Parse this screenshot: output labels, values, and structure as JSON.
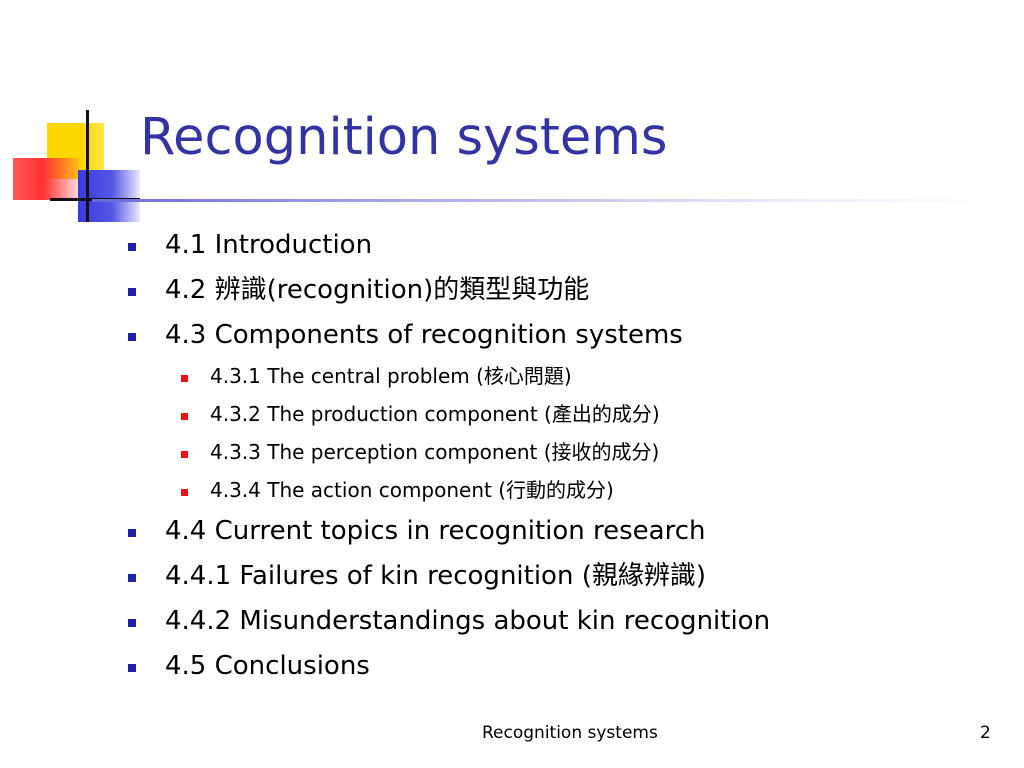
{
  "slide": {
    "title": "Recognition systems",
    "items": [
      {
        "level": 1,
        "text": "4.1 Introduction"
      },
      {
        "level": 1,
        "text": "4.2 辨識(recognition)的類型與功能"
      },
      {
        "level": 1,
        "text": "4.3 Components of recognition systems"
      },
      {
        "level": 2,
        "text": "4.3.1 The central problem (核心問題)"
      },
      {
        "level": 2,
        "text": "4.3.2 The production component (產出的成分)"
      },
      {
        "level": 2,
        "text": "4.3.3 The perception component (接收的成分)"
      },
      {
        "level": 2,
        "text": "4.3.4 The action component (行動的成分)"
      },
      {
        "level": 1,
        "text": "4.4 Current topics in recognition research"
      },
      {
        "level": 1,
        "text": "4.4.1 Failures of kin recognition (親緣辨識)"
      },
      {
        "level": 1,
        "text": "4.4.2 Misunderstandings about kin recognition"
      },
      {
        "level": 1,
        "text": "4.5 Conclusions"
      }
    ],
    "footer": {
      "title": "Recognition systems",
      "page_number": "2"
    }
  },
  "colors": {
    "title": "#3333a3",
    "level1_bullet": "#2020a8",
    "level2_bullet": "#ee1111"
  }
}
